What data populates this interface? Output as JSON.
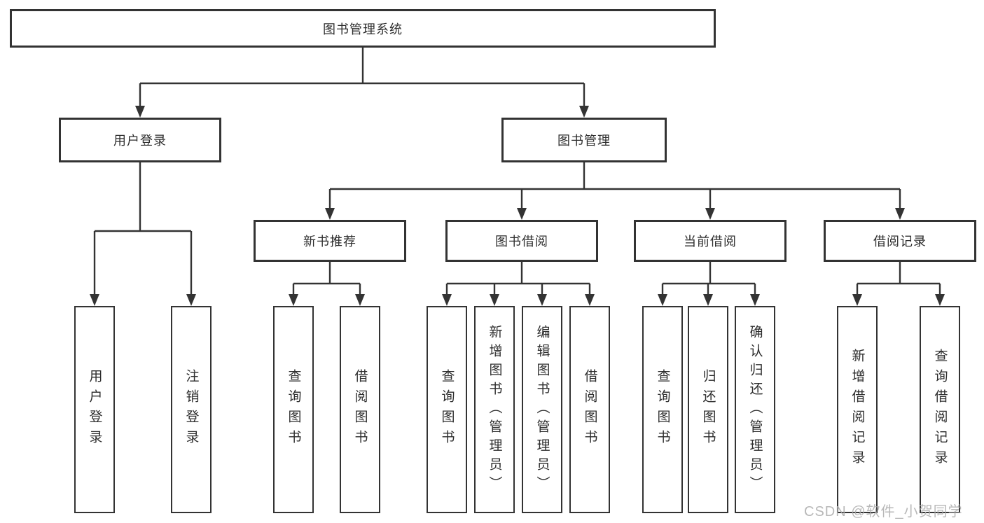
{
  "diagram": {
    "root": {
      "label": "图书管理系统"
    },
    "branches": [
      {
        "label": "用户登录",
        "children": [
          {
            "label": "用户登录"
          },
          {
            "label": "注销登录"
          }
        ]
      },
      {
        "label": "图书管理",
        "children": [
          {
            "label": "新书推荐",
            "children": [
              {
                "label": "查询图书"
              },
              {
                "label": "借阅图书"
              }
            ]
          },
          {
            "label": "图书借阅",
            "children": [
              {
                "label": "查询图书"
              },
              {
                "label": "新增图书（管理员）"
              },
              {
                "label": "编辑图书（管理员）"
              },
              {
                "label": "借阅图书"
              }
            ]
          },
          {
            "label": "当前借阅",
            "children": [
              {
                "label": "查询图书"
              },
              {
                "label": "归还图书"
              },
              {
                "label": "确认归还（管理员）"
              }
            ]
          },
          {
            "label": "借阅记录",
            "children": [
              {
                "label": "新增借阅记录"
              },
              {
                "label": "查询借阅记录"
              }
            ]
          }
        ]
      }
    ]
  },
  "watermark": {
    "text": "CSDN @软件_小贺同学"
  },
  "colors": {
    "line": "#333333",
    "text": "#2d2d2d",
    "watermark": "#acacac",
    "background": "#ffffff"
  }
}
